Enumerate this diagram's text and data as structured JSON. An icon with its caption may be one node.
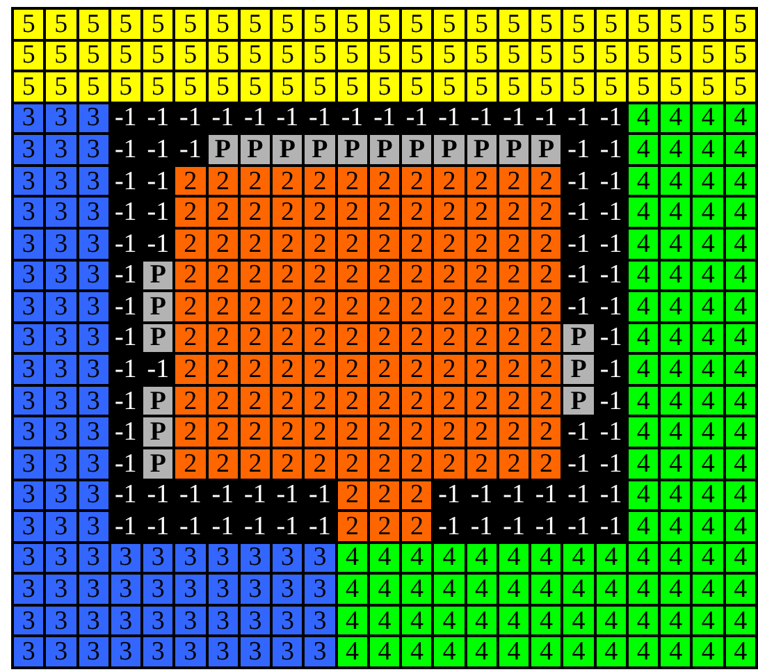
{
  "diagram": {
    "labels": [
      "5",
      "5",
      "5",
      "5",
      "5",
      "5",
      "5",
      "5",
      "5",
      "5",
      "5",
      "5",
      "5",
      "5",
      "5",
      "5",
      "5",
      "5",
      "5",
      "5",
      "5",
      "5",
      "5",
      "5",
      "5",
      "5",
      "5",
      "5",
      "5",
      "5",
      "5",
      "5",
      "5",
      "5",
      "5",
      "5",
      "5",
      "5",
      "5",
      "5",
      "5",
      "5",
      "5",
      "5",
      "5",
      "5",
      "5",
      "5",
      "5",
      "5",
      "5",
      "5",
      "5",
      "5",
      "5",
      "5",
      "5",
      "5",
      "5",
      "5",
      "5",
      "5",
      "5",
      "5",
      "5",
      "5",
      "5",
      "5",
      "5",
      "3",
      "3",
      "3",
      "-1",
      "-1",
      "-1",
      "-1",
      "-1",
      "-1",
      "-1",
      "-1",
      "-1",
      "-1",
      "-1",
      "-1",
      "-1",
      "-1",
      "-1",
      "-1",
      "4",
      "4",
      "4",
      "4",
      "3",
      "3",
      "3",
      "-1",
      "-1",
      "-1",
      "P",
      "P",
      "P",
      "P",
      "P",
      "P",
      "P",
      "P",
      "P",
      "P",
      "P",
      "-1",
      "-1",
      "4",
      "4",
      "4",
      "4",
      "3",
      "3",
      "3",
      "-1",
      "-1",
      "2",
      "2",
      "2",
      "2",
      "2",
      "2",
      "2",
      "2",
      "2",
      "2",
      "2",
      "2",
      "-1",
      "-1",
      "4",
      "4",
      "4",
      "4",
      "3",
      "3",
      "3",
      "-1",
      "-1",
      "2",
      "2",
      "2",
      "2",
      "2",
      "2",
      "2",
      "2",
      "2",
      "2",
      "2",
      "2",
      "-1",
      "-1",
      "4",
      "4",
      "4",
      "4",
      "3",
      "3",
      "3",
      "-1",
      "-1",
      "2",
      "2",
      "2",
      "2",
      "2",
      "2",
      "2",
      "2",
      "2",
      "2",
      "2",
      "2",
      "-1",
      "-1",
      "4",
      "4",
      "4",
      "4",
      "3",
      "3",
      "3",
      "-1",
      "P",
      "2",
      "2",
      "2",
      "2",
      "2",
      "2",
      "2",
      "2",
      "2",
      "2",
      "2",
      "2",
      "-1",
      "-1",
      "4",
      "4",
      "4",
      "4",
      "3",
      "3",
      "3",
      "-1",
      "P",
      "2",
      "2",
      "2",
      "2",
      "2",
      "2",
      "2",
      "2",
      "2",
      "2",
      "2",
      "2",
      "-1",
      "-1",
      "4",
      "4",
      "4",
      "4",
      "3",
      "3",
      "3",
      "-1",
      "P",
      "2",
      "2",
      "2",
      "2",
      "2",
      "2",
      "2",
      "2",
      "2",
      "2",
      "2",
      "2",
      "P",
      "-1",
      "4",
      "4",
      "4",
      "4",
      "3",
      "3",
      "3",
      "-1",
      "-1",
      "2",
      "2",
      "2",
      "2",
      "2",
      "2",
      "2",
      "2",
      "2",
      "2",
      "2",
      "2",
      "P",
      "-1",
      "4",
      "4",
      "4",
      "4",
      "3",
      "3",
      "3",
      "-1",
      "P",
      "2",
      "2",
      "2",
      "2",
      "2",
      "2",
      "2",
      "2",
      "2",
      "2",
      "2",
      "2",
      "P",
      "-1",
      "4",
      "4",
      "4",
      "4",
      "3",
      "3",
      "3",
      "-1",
      "P",
      "2",
      "2",
      "2",
      "2",
      "2",
      "2",
      "2",
      "2",
      "2",
      "2",
      "2",
      "2",
      "-1",
      "-1",
      "4",
      "4",
      "4",
      "4",
      "3",
      "3",
      "3",
      "-1",
      "P",
      "2",
      "2",
      "2",
      "2",
      "2",
      "2",
      "2",
      "2",
      "2",
      "2",
      "2",
      "2",
      "-1",
      "-1",
      "4",
      "4",
      "4",
      "4",
      "3",
      "3",
      "3",
      "-1",
      "-1",
      "-1",
      "-1",
      "-1",
      "-1",
      "-1",
      "2",
      "2",
      "2",
      "-1",
      "-1",
      "-1",
      "-1",
      "-1",
      "-1",
      "4",
      "4",
      "4",
      "4",
      "3",
      "3",
      "3",
      "-1",
      "-1",
      "-1",
      "-1",
      "-1",
      "-1",
      "-1",
      "2",
      "2",
      "2",
      "-1",
      "-1",
      "-1",
      "-1",
      "-1",
      "-1",
      "4",
      "4",
      "4",
      "4",
      "3",
      "3",
      "3",
      "3",
      "3",
      "3",
      "3",
      "3",
      "3",
      "3",
      "4",
      "4",
      "4",
      "4",
      "4",
      "4",
      "4",
      "4",
      "4",
      "4",
      "4",
      "4",
      "4",
      "3",
      "3",
      "3",
      "3",
      "3",
      "3",
      "3",
      "3",
      "3",
      "3",
      "4",
      "4",
      "4",
      "4",
      "4",
      "4",
      "4",
      "4",
      "4",
      "4",
      "4",
      "4",
      "4",
      "3",
      "3",
      "3",
      "3",
      "3",
      "3",
      "3",
      "3",
      "3",
      "3",
      "4",
      "4",
      "4",
      "4",
      "4",
      "4",
      "4",
      "4",
      "4",
      "4",
      "4",
      "4",
      "4",
      "3",
      "3",
      "3",
      "3",
      "3",
      "3",
      "3",
      "3",
      "3",
      "3",
      "4",
      "4",
      "4",
      "4",
      "4",
      "4",
      "4",
      "4",
      "4",
      "4",
      "4",
      "4",
      "4"
    ]
  }
}
